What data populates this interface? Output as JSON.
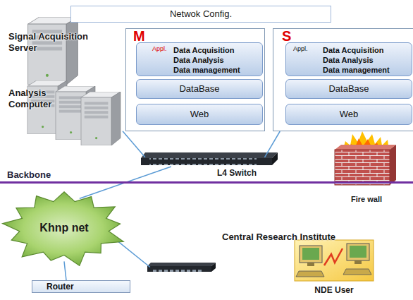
{
  "diagram": {
    "title": "Netwok Config.",
    "nodes": [
      {
        "text": [
          "Signal Acquisition Server"
        ]
      },
      {
        "text": [
          "Analysis Computer"
        ]
      },
      {
        "text": [
          "M"
        ]
      },
      {
        "text": [
          "Appl.",
          "Data Acquisition",
          "Data Analysis",
          "Data management"
        ],
        "in": 2
      },
      {
        "text": [
          "DataBase"
        ],
        "in": 2
      },
      {
        "text": [
          "Web"
        ],
        "in": 2
      },
      {
        "text": [
          "S"
        ]
      },
      {
        "text": [
          "Appl.",
          "Data Acquisition",
          "Data Analysis",
          "Data management"
        ],
        "in": 6
      },
      {
        "text": [
          "DataBase"
        ],
        "in": 6
      },
      {
        "text": [
          "Web"
        ],
        "in": 6
      },
      {
        "text": [
          "L4 Switch"
        ]
      },
      {
        "text": [
          "Backbone"
        ]
      },
      {
        "text": [
          "Fire wall"
        ]
      },
      {
        "text": [
          "Khnp net"
        ]
      },
      {
        "text": [
          "Central Research Institute"
        ]
      },
      {
        "text": [
          "Router"
        ]
      },
      {
        "text": [
          "NDE User"
        ]
      }
    ],
    "edges": [
      {
        "from": 1,
        "to": 10,
        "arrow": "none"
      },
      {
        "from": 6,
        "to": 10,
        "arrow": "none"
      },
      {
        "from": 10,
        "to": 13,
        "arrow": "none"
      },
      {
        "from": 13,
        "to": 15,
        "arrow": "none"
      },
      {
        "from": 13,
        "to": 14,
        "arrow": "none"
      }
    ]
  }
}
